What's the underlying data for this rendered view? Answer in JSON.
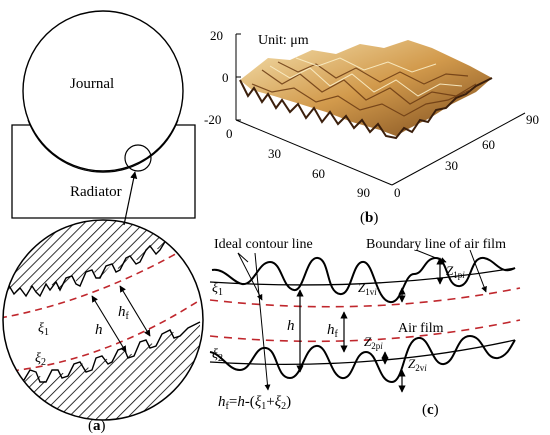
{
  "panel_a": {
    "journal_label": "Journal",
    "radiator_label": "Radiator",
    "panel_label": "(a)",
    "xi1": "ξ",
    "xi1_sub": "1",
    "xi2": "ξ",
    "xi2_sub": "2",
    "h": "h",
    "hf": "h",
    "hf_sub": "f"
  },
  "panel_b": {
    "unit_label": "Unit: μm",
    "panel_label": "(b)",
    "z_ticks": [
      "20",
      "0",
      "-20"
    ],
    "x_ticks": [
      "0",
      "30",
      "60",
      "90"
    ],
    "y_ticks": [
      "0",
      "30",
      "60",
      "90"
    ]
  },
  "panel_c": {
    "ideal_contour_label": "Ideal contour line",
    "boundary_label": "Boundary line of air film",
    "air_film_label": "Air film",
    "panel_label": "(c)",
    "xi1": "ξ",
    "xi1_sub": "1",
    "xi2": "ξ",
    "xi2_sub": "2",
    "h": "h",
    "hf": "h",
    "hf_sub": "f",
    "z1vi": "Z",
    "z1vi_sub": "1v",
    "z1vi_i": "i",
    "z1pi": "Z",
    "z1pi_sub": "1p",
    "z1pi_i": "i",
    "z2pi": "Z",
    "z2pi_sub": "2p",
    "z2pi_i": "i",
    "z2vi": "Z",
    "z2vi_sub": "2v",
    "z2vi_i": "i",
    "formula_lhs": "h",
    "formula_lhs_sub": "f",
    "formula_eq": "=",
    "formula_h": "h",
    "formula_mid": "-(",
    "formula_xi1": "ξ",
    "formula_xi1_sub": "1",
    "formula_plus": "+",
    "formula_xi2": "ξ",
    "formula_xi2_sub": "2",
    "formula_close": ")"
  },
  "colors": {
    "line": "#000000",
    "dashed_red": "#c0272d",
    "surface_light": "#f2d9a0",
    "surface_mid": "#c98a3c",
    "surface_dark": "#3b1f0c"
  }
}
